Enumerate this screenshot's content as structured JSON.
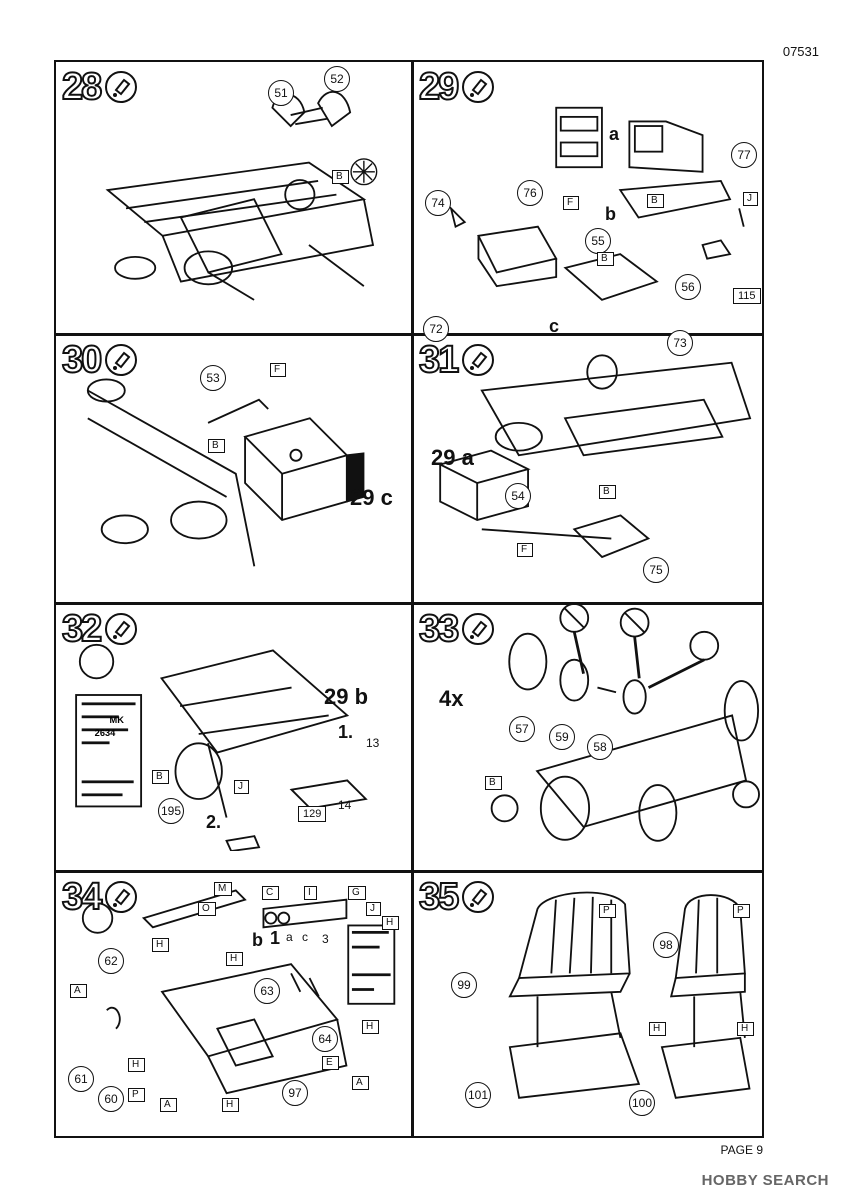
{
  "header": {
    "code": "07531"
  },
  "footer": {
    "page": "PAGE 9",
    "watermark": "HOBBY SEARCH"
  },
  "steps": [
    {
      "num": "28",
      "labels": [
        "51",
        "52"
      ],
      "tags": [
        "B"
      ]
    },
    {
      "num": "29",
      "labels": [
        "77",
        "76",
        "74",
        "55",
        "56",
        "72",
        "73"
      ],
      "tags": [
        "B",
        "F",
        "J",
        "B"
      ],
      "letters": [
        "a",
        "b",
        "c"
      ],
      "boxes": [
        "115"
      ]
    },
    {
      "num": "30",
      "labels": [
        "53"
      ],
      "tags": [
        "F",
        "B"
      ],
      "callout": "29 c"
    },
    {
      "num": "31",
      "labels": [
        "54",
        "75"
      ],
      "tags": [
        "B",
        "F"
      ],
      "callout": "29 a"
    },
    {
      "num": "32",
      "labels": [
        "195"
      ],
      "tags": [
        "B",
        "J"
      ],
      "callout": "29 b",
      "numbers": [
        "13",
        "14"
      ],
      "steps": [
        "1.",
        "2."
      ],
      "boxes": [
        "129"
      ]
    },
    {
      "num": "33",
      "labels": [
        "57",
        "59",
        "58"
      ],
      "tags": [
        "B"
      ],
      "callout": "4x"
    },
    {
      "num": "34",
      "labels": [
        "62",
        "63",
        "64",
        "61",
        "60",
        "97"
      ],
      "tags": [
        "M",
        "C",
        "I",
        "G",
        "O",
        "J",
        "H",
        "H",
        "H",
        "A",
        "H",
        "E",
        "A",
        "H",
        "P",
        "A",
        "H"
      ],
      "letters": [
        "b",
        "1",
        "a",
        "c",
        "3"
      ]
    },
    {
      "num": "35",
      "labels": [
        "98",
        "99",
        "101",
        "100"
      ],
      "tags": [
        "P",
        "P",
        "H",
        "H"
      ]
    }
  ]
}
